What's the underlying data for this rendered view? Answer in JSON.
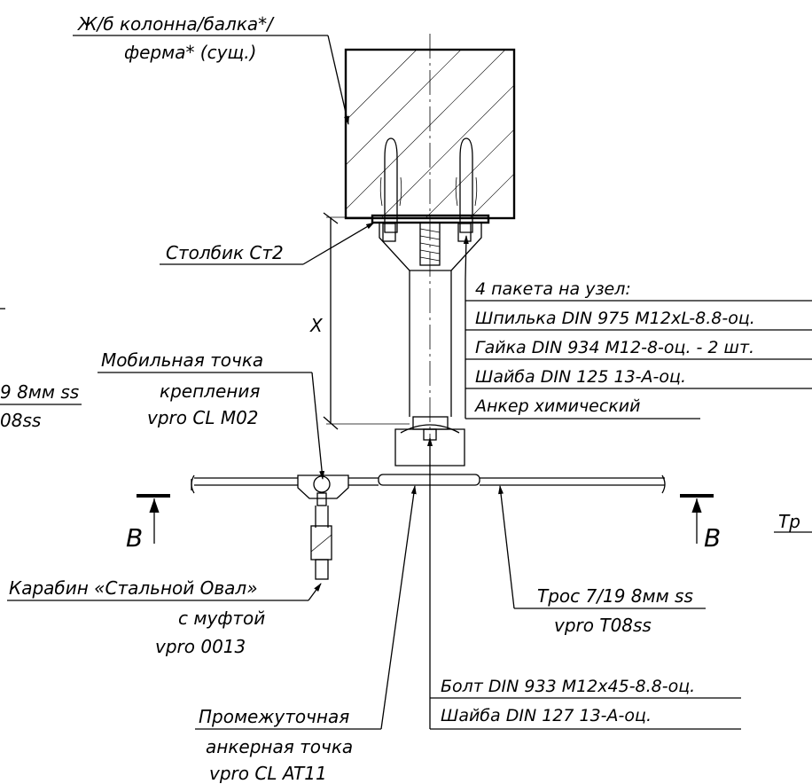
{
  "labels": {
    "column": "Ж/б колонна/балка*/",
    "column2": "ферма* (сущ.)",
    "post": "Столбик Ст2",
    "pack_header": "4 пакета на узел:",
    "pack1": "Шпилька DIN 975 M12xL-8.8-оц.",
    "pack2": "Гайка DIN 934 M12-8-оц. - 2 шт.",
    "pack3": "Шайба DIN 125 13-А-оц.",
    "pack4": "Анкер химический",
    "dim_x": "X",
    "left_cut1": "9 8мм ss",
    "left_cut2": "08ss",
    "mobile1": "Мобильная точка",
    "mobile2": "крепления",
    "mobile3": "vpro CL M02",
    "section_left": "В",
    "section_right": "В",
    "right_cut": "Тр",
    "carabiner1": "Карабин «Стальной Овал»",
    "carabiner2": "с муфтой",
    "carabiner3": "vpro 0013",
    "cable1": "Трос 7/19 8мм ss",
    "cable2": "vpro T08ss",
    "bolt": "Болт DIN 933 M12x45-8.8-оц.",
    "washer": "Шайба DIN 127 13-А-оц.",
    "anchor1": "Промежуточная",
    "anchor2": "анкерная точка",
    "anchor3": "vpro CL AT11"
  }
}
